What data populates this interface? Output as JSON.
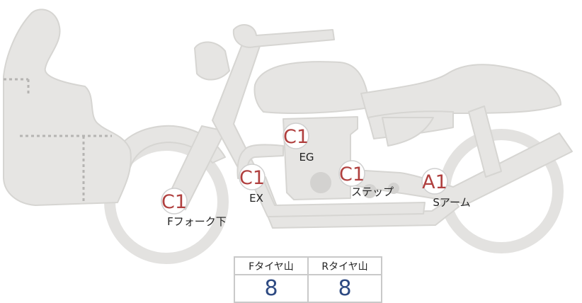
{
  "colors": {
    "body_fill": "#e6e5e3",
    "body_stroke": "#d6d5d2",
    "grade_text": "#b0403f",
    "value_text": "#2e4a82"
  },
  "markers": [
    {
      "id": "f-fork",
      "grade": "C1",
      "label": "Fフォーク下"
    },
    {
      "id": "ex",
      "grade": "C1",
      "label": "EX"
    },
    {
      "id": "eg",
      "grade": "C1",
      "label": "EG"
    },
    {
      "id": "step",
      "grade": "C1",
      "label": "ステップ"
    },
    {
      "id": "s-arm",
      "grade": "A1",
      "label": "Sアーム"
    }
  ],
  "tire_table": {
    "front_label": "Fタイヤ山",
    "rear_label": "Rタイヤ山",
    "front_value": "8",
    "rear_value": "8"
  }
}
